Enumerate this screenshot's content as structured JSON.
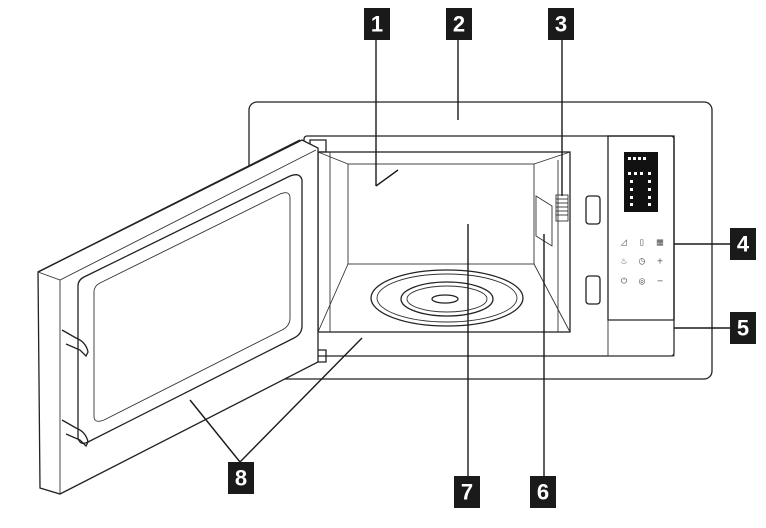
{
  "callouts": [
    {
      "id": "1",
      "label": "1"
    },
    {
      "id": "2",
      "label": "2"
    },
    {
      "id": "3",
      "label": "3"
    },
    {
      "id": "4",
      "label": "4"
    },
    {
      "id": "5",
      "label": "5"
    },
    {
      "id": "6",
      "label": "6"
    },
    {
      "id": "7",
      "label": "7"
    },
    {
      "id": "8",
      "label": "8"
    }
  ],
  "control_panel": {
    "display_icons": [
      "clock-icon",
      "weight-icon",
      "defrost-icon",
      "lock-icon"
    ],
    "buttons": [
      {
        "name": "power-level-button",
        "glyph": "◿"
      },
      {
        "name": "menu-button",
        "glyph": "▯"
      },
      {
        "name": "grid-button",
        "glyph": "▦"
      },
      {
        "name": "defrost-button",
        "glyph": "♨"
      },
      {
        "name": "timer-button",
        "glyph": "◷"
      },
      {
        "name": "plus-button",
        "glyph": "+"
      },
      {
        "name": "stop-button",
        "glyph": "⏻"
      },
      {
        "name": "start-button",
        "glyph": "◎"
      },
      {
        "name": "minus-button",
        "glyph": "−"
      }
    ]
  },
  "colors": {
    "line": "#222222",
    "callout_bg": "#1a1a1a",
    "callout_text": "#ffffff"
  }
}
